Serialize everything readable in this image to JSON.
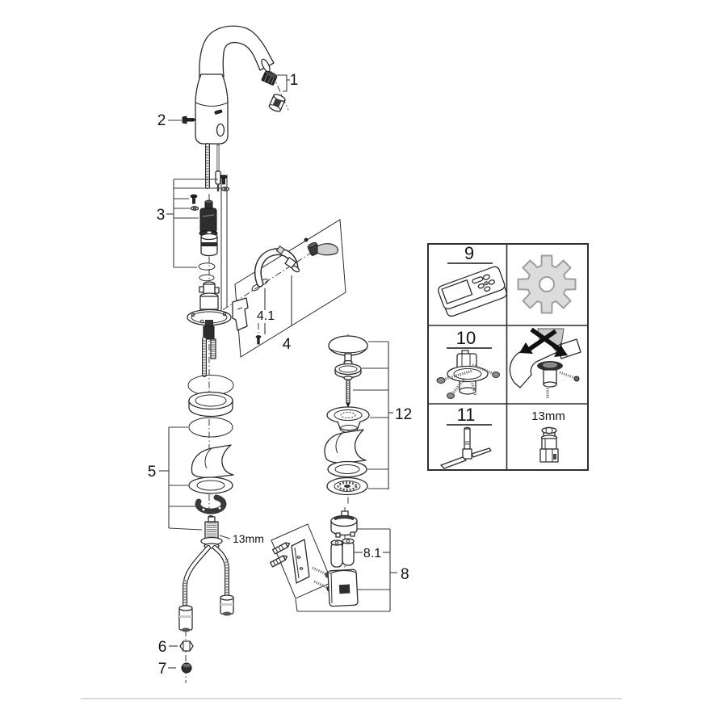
{
  "diagram_type": "exploded-parts-diagram",
  "colors": {
    "background": "#ffffff",
    "line": "#2b2b2b",
    "dark_part": "#262626",
    "light_gray": "#d7d7d7",
    "footer_line": "#dcdcdc"
  },
  "callouts": {
    "c1": "1",
    "c2": "2",
    "c3": "3",
    "c4": "4",
    "c4_1": "4.1",
    "c5": "5",
    "c6": "6",
    "c7": "7",
    "c8": "8",
    "c8_1": "8.1",
    "c12": "12",
    "size": "13mm"
  },
  "table": {
    "cells": [
      {
        "label": "9",
        "icon": "remote-control"
      },
      {
        "label": "",
        "icon": "gear"
      },
      {
        "label": "10",
        "icon": "mounting-kit"
      },
      {
        "label": "",
        "icon": "no-wrench-warning"
      },
      {
        "label": "11",
        "icon": "t-socket-wrench"
      },
      {
        "label": "13mm",
        "icon": "socket-13mm"
      }
    ]
  }
}
